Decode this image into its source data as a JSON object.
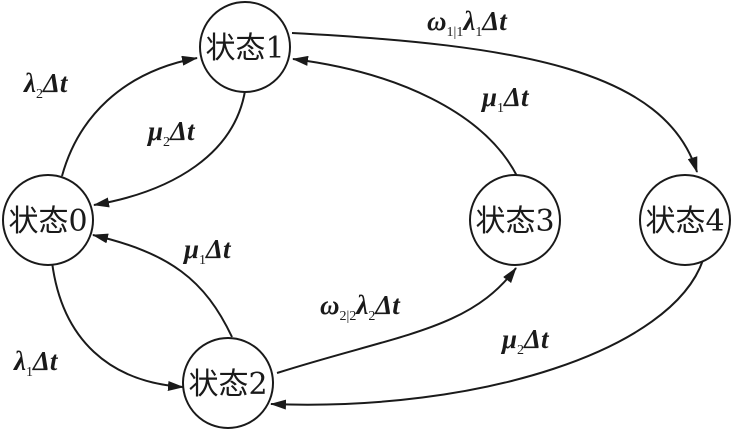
{
  "states": [
    {
      "id": "s0",
      "label": "状态0"
    },
    {
      "id": "s1",
      "label": "状态1"
    },
    {
      "id": "s2",
      "label": "状态2"
    },
    {
      "id": "s3",
      "label": "状态3"
    },
    {
      "id": "s4",
      "label": "状态4"
    }
  ],
  "transitions": [
    {
      "from": "s0",
      "to": "s1",
      "label": {
        "sym": "λ",
        "sub": "2",
        "rest": "Δt"
      }
    },
    {
      "from": "s1",
      "to": "s0",
      "label": {
        "sym": "μ",
        "sub": "2",
        "rest": "Δt"
      }
    },
    {
      "from": "s1",
      "to": "s4",
      "label": {
        "sym": "ω",
        "sub": "1|1",
        "sym2": "λ",
        "sub2": "1",
        "rest": "Δt"
      }
    },
    {
      "from": "s3",
      "to": "s1",
      "label": {
        "sym": "μ",
        "sub": "1",
        "rest": "Δt"
      }
    },
    {
      "from": "s2",
      "to": "s0",
      "label": {
        "sym": "μ",
        "sub": "1",
        "rest": "Δt"
      }
    },
    {
      "from": "s0",
      "to": "s2",
      "label": {
        "sym": "λ",
        "sub": "1",
        "rest": "Δt"
      }
    },
    {
      "from": "s2",
      "to": "s3",
      "label": {
        "sym": "ω",
        "sub": "2|2",
        "sym2": "λ",
        "sub2": "2",
        "rest": "Δt"
      }
    },
    {
      "from": "s4",
      "to": "s2",
      "label": {
        "sym": "μ",
        "sub": "2",
        "rest": "Δt"
      }
    }
  ],
  "colors": {
    "stroke": "#1a1a1a",
    "background": "#ffffff"
  }
}
